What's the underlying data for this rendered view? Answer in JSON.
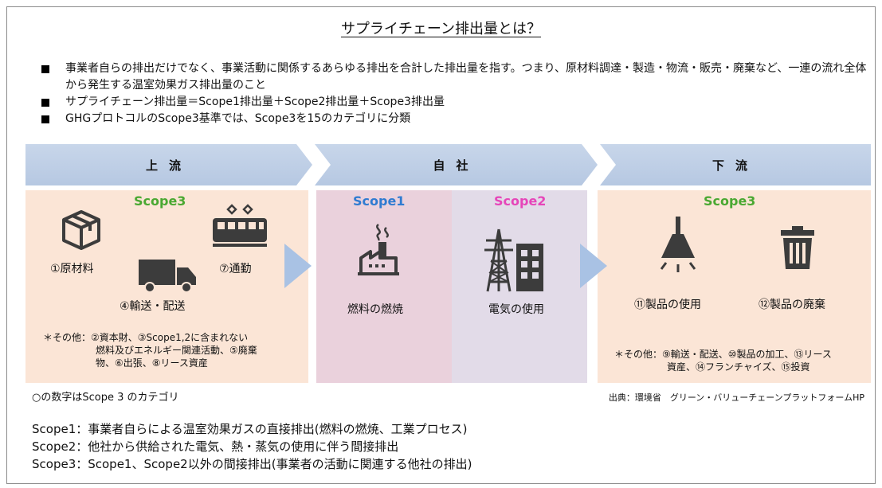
{
  "title": "サプライチェーン排出量とは？",
  "bullets": [
    "事業者自らの排出だけでなく、事業活動に関係するあらゆる排出を合計した排出量を指す。つまり、原材料調達・製造・物流・販売・廃棄など、一連の流れ全体から発生する温室効果ガス排出量のこと",
    "サプライチェーン排出量＝Scope1排出量＋Scope2排出量＋Scope3排出量",
    "GHGプロトコルのScope3基準では、Scope3を15のカテゴリに分類"
  ],
  "headers": {
    "upstream": "上流",
    "own": "自社",
    "downstream": "下流"
  },
  "upstream": {
    "scope": "Scope3",
    "items": {
      "raw": "①原材料",
      "commute": "⑦通勤",
      "transport": "④輸送・配送"
    },
    "note_line1": "＊その他：②資本財、③Scope1,2に含まれない",
    "note_line2": "燃料及びエネルギー関連活動、⑤廃棄",
    "note_line3": "物、⑥出張、⑧リース資産"
  },
  "own": {
    "scope1": "Scope1",
    "scope1_item": "燃料の燃焼",
    "scope2": "Scope2",
    "scope2_item": "電気の使用"
  },
  "downstream": {
    "scope": "Scope3",
    "items": {
      "use": "⑪製品の使用",
      "disposal": "⑫製品の廃棄"
    },
    "note_line1": "＊その他：⑨輸送・配送、⑩製品の加工、⑬リース",
    "note_line2": "資産、⑭フランチャイズ、⑮投資"
  },
  "footer_left": "○の数字はScope 3 のカテゴリ",
  "footer_right": "出典：環境省　グリーン・バリューチェーンプラットフォームHP",
  "definitions": [
    "Scope1：事業者自らによる温室効果ガスの直接排出(燃料の燃焼、工業プロセス)",
    "Scope2：他社から供給された電気、熱・蒸気の使用に伴う間接排出",
    "Scope3：Scope1、Scope2以外の間接排出(事業者の活動に関連する他社の排出)"
  ],
  "colors": {
    "header_fill": "#b6c8e2",
    "arrow": "#a9c2e4",
    "panel_peach": "#fbe5d6",
    "panel_pink": "#ead1dc",
    "panel_lavender": "#e2dbe8",
    "scope_green": "#4aa832",
    "scope_blue": "#2f7bd1",
    "scope_magenta": "#e645b9"
  }
}
